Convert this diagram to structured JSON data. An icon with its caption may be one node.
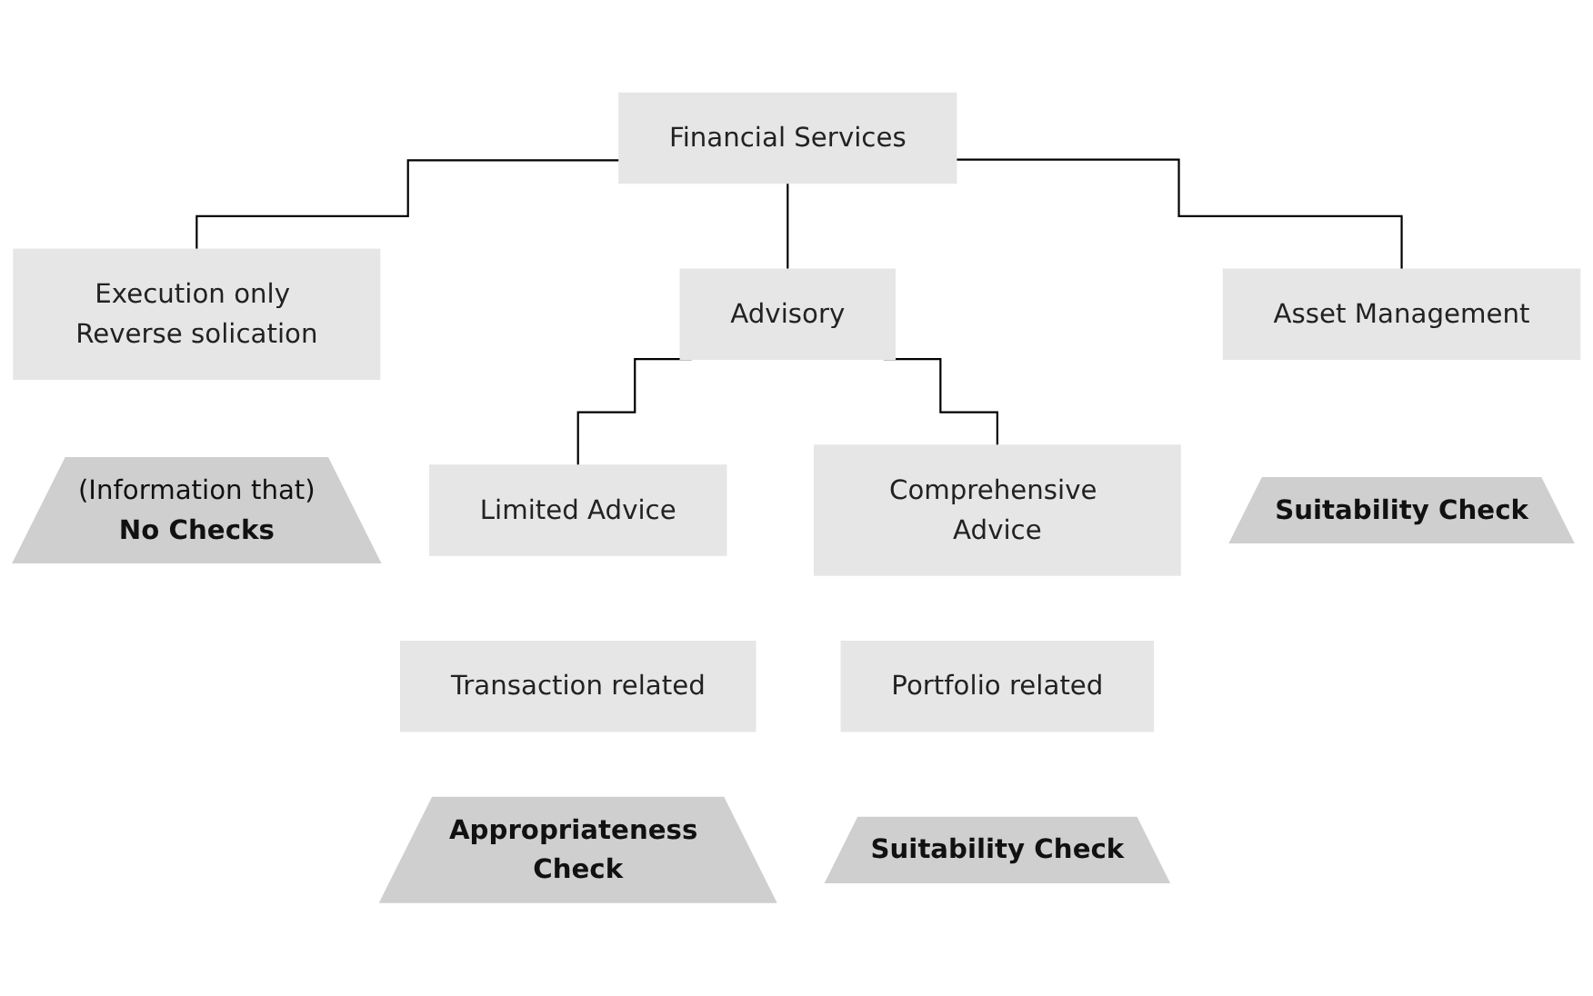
{
  "diagram": {
    "nodes": [
      {
        "text": [
          "Financial Services"
        ]
      },
      {
        "text": [
          "Execution only Reverse solication"
        ]
      },
      {
        "text": [
          "Advisory"
        ]
      },
      {
        "text": [
          "Asset Management"
        ]
      },
      {
        "text": [
          "(Information that)",
          "No Checks"
        ]
      },
      {
        "text": [
          "Limited Advice"
        ]
      },
      {
        "text": [
          "Comprehensive Advice"
        ]
      },
      {
        "text": [
          "Suitability Check"
        ]
      },
      {
        "text": [
          "Transaction related"
        ]
      },
      {
        "text": [
          "Portfolio related"
        ]
      },
      {
        "text": [
          "Appropriateness Check"
        ]
      },
      {
        "text": [
          "Suitability Check"
        ]
      }
    ],
    "edges": [
      {
        "from": 0,
        "to": 1,
        "arrow": "none"
      },
      {
        "from": 0,
        "to": 2,
        "arrow": "none"
      },
      {
        "from": 0,
        "to": 3,
        "arrow": "none"
      },
      {
        "from": 2,
        "to": 5,
        "arrow": "none"
      },
      {
        "from": 2,
        "to": 6,
        "arrow": "none"
      }
    ]
  }
}
